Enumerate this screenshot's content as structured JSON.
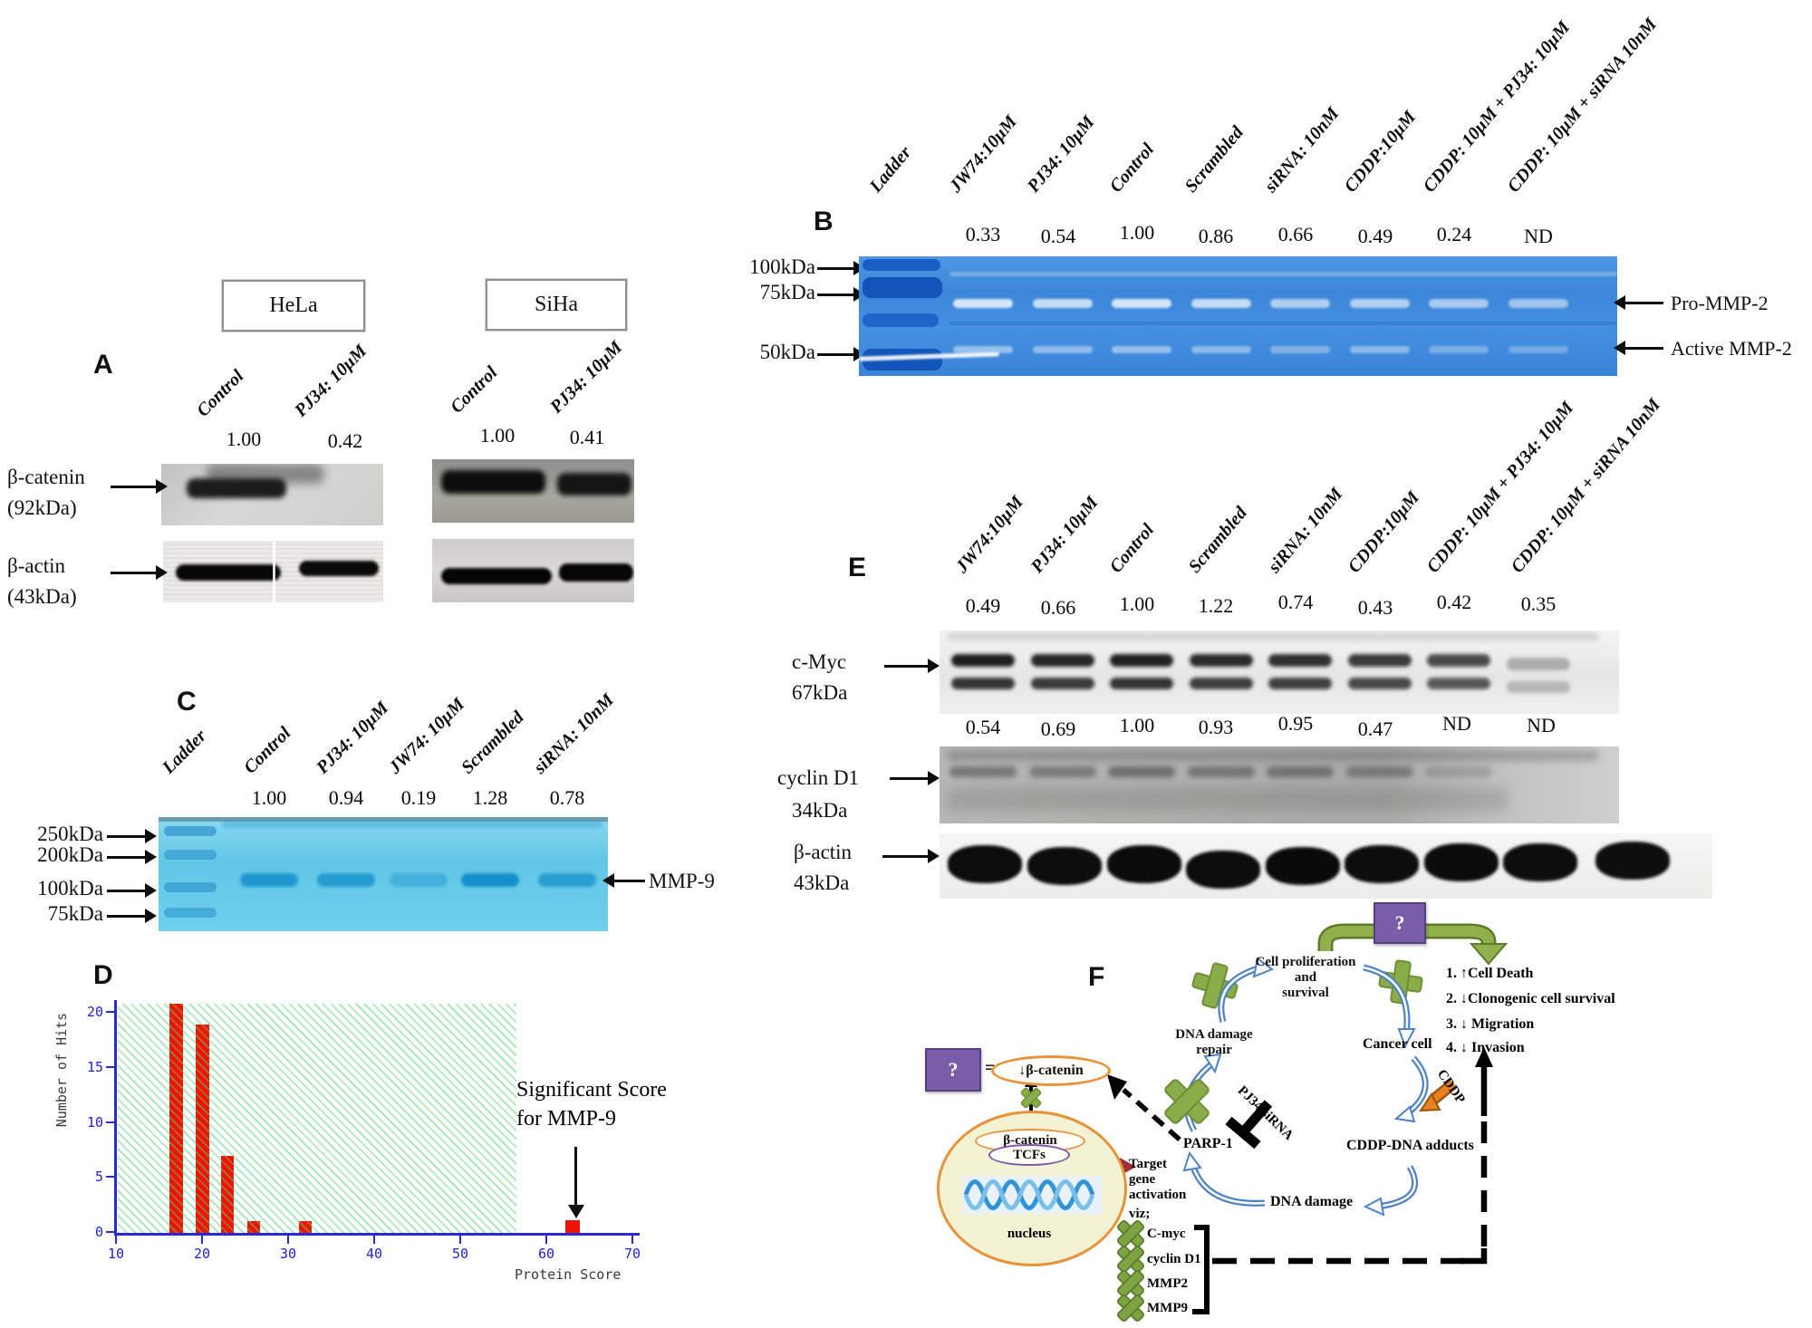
{
  "figure_labels": {
    "a": "A",
    "b": "B",
    "c": "C",
    "d": "D",
    "e": "E",
    "f": "F"
  },
  "panel_a": {
    "cell_lines": [
      "HeLa",
      "SiHa"
    ],
    "lanes": [
      "Control",
      "PJ34: 10μM",
      "Control",
      "PJ34: 10μM"
    ],
    "values": [
      "1.00",
      "0.42",
      "1.00",
      "0.41"
    ],
    "proteins": [
      {
        "name": "β-catenin",
        "size": "(92kDa)"
      },
      {
        "name": "β-actin",
        "size": "(43kDa)"
      }
    ]
  },
  "panel_b": {
    "lanes": [
      "Ladder",
      "JW74:10μM",
      "PJ34: 10μM",
      "Control",
      "Scrambled",
      "siRNA: 10nM",
      "CDDP:10μM",
      "CDDP: 10μM + PJ34: 10μM",
      "CDDP: 10μM + siRNA 10nM"
    ],
    "values": [
      "0.33",
      "0.54",
      "1.00",
      "0.86",
      "0.66",
      "0.49",
      "0.24",
      "ND"
    ],
    "markers": [
      "100kDa",
      "75kDa",
      "50kDa"
    ],
    "bands": [
      "Pro-MMP-2",
      "Active MMP-2"
    ]
  },
  "panel_c": {
    "lanes": [
      "Ladder",
      "Control",
      "PJ34: 10μM",
      "JW74: 10μM",
      "Scrambled",
      "siRNA: 10nM"
    ],
    "values": [
      "1.00",
      "0.94",
      "0.19",
      "1.28",
      "0.78"
    ],
    "markers": [
      "250kDa",
      "200kDa",
      "100kDa",
      "75kDa"
    ],
    "band": "MMP-9"
  },
  "panel_e": {
    "lanes": [
      "JW74:10μM",
      "PJ34: 10μM",
      "Control",
      "Scrambled",
      "siRNA: 10nM",
      "CDDP:10μM",
      "CDDP: 10μM + PJ34: 10μM",
      "CDDP: 10μM + siRNA 10nM"
    ],
    "values_cmyc": [
      "0.49",
      "0.66",
      "1.00",
      "1.22",
      "0.74",
      "0.43",
      "0.42",
      "0.35"
    ],
    "values_cyclind1": [
      "0.54",
      "0.69",
      "1.00",
      "0.93",
      "0.95",
      "0.47",
      "ND",
      "ND"
    ],
    "proteins": [
      {
        "name": "c-Myc",
        "size": "67kDa"
      },
      {
        "name": "cyclin D1",
        "size": "34kDa"
      },
      {
        "name": "β-actin",
        "size": "43kDa"
      }
    ]
  },
  "panel_f": {
    "question_mark": "?",
    "equals": "=",
    "beta_catenin_down": "↓β-catenin",
    "nucleus_beta_catenin": "β-catenin",
    "tcfs": "TCFs",
    "nucleus": "nucleus",
    "cell_proliferation": [
      "Cell proliferation",
      "and",
      "survival"
    ],
    "dna_damage_repair": [
      "DNA damage",
      "repair"
    ],
    "cancer_cell": "Cancer cell",
    "parp1": "PARP-1",
    "pj34_sirna": "PJ34/siRNA",
    "cddp": "CDDP",
    "cddp_dna_adducts": "CDDP-DNA adducts",
    "dna_damage": "DNA damage",
    "outcomes": [
      "1. ↑Cell Death",
      "2. ↓Clonogenic cell survival",
      "3. ↓ Migration",
      "4. ↓ Invasion"
    ],
    "target_gene": [
      "Target",
      "gene",
      "activation",
      "viz;"
    ],
    "target_genes": [
      "C-myc",
      "cyclin D1",
      "MMP2",
      "MMP9"
    ]
  },
  "chart_data": {
    "type": "bar",
    "title": "",
    "xlabel": "Protein Score",
    "ylabel": "Number of Hits",
    "x_ticks": [
      "10",
      "20",
      "30",
      "40",
      "50",
      "60",
      "70"
    ],
    "y_ticks": [
      "20",
      "15",
      "10",
      "5",
      "0"
    ],
    "xlim": [
      10,
      70
    ],
    "ylim": [
      0,
      21
    ],
    "grid": false,
    "bars": [
      {
        "protein_score": 17,
        "hits": 21
      },
      {
        "protein_score": 20,
        "hits": 19
      },
      {
        "protein_score": 23,
        "hits": 7
      },
      {
        "protein_score": 26,
        "hits": 1
      },
      {
        "protein_score": 32,
        "hits": 1
      },
      {
        "protein_score": 63,
        "hits": 1
      }
    ],
    "significant_bar_score": 63,
    "hatched_region": [
      10,
      56
    ],
    "annotation": [
      "Significant Score",
      "for MMP-9"
    ]
  }
}
